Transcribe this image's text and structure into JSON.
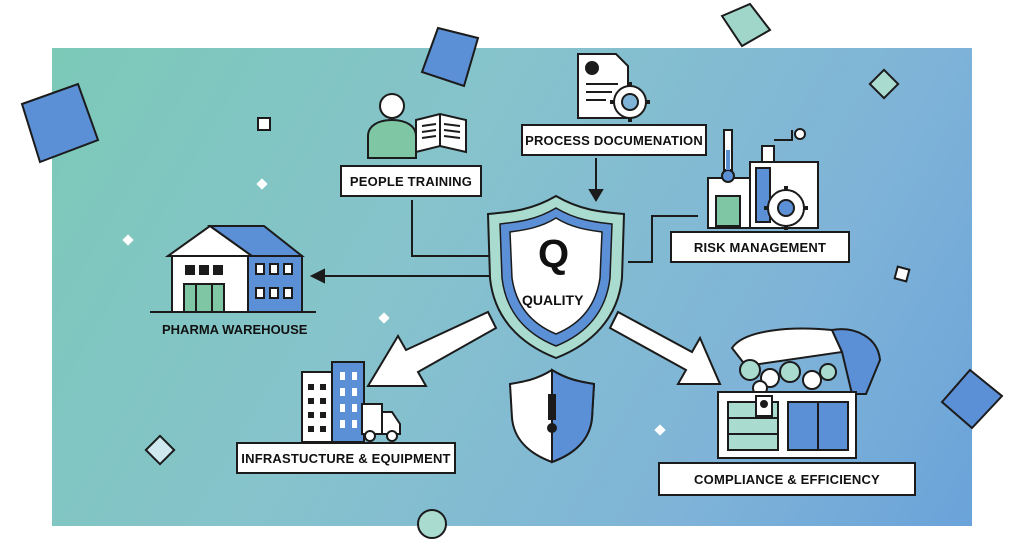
{
  "center": {
    "letter": "Q",
    "label": "QUALITY"
  },
  "nodes": {
    "people_training": "PEOPLE TRAINING",
    "process_documentation": "PROCESS DOCUMENATION",
    "risk_management": "RISK MANAGEMENT",
    "pharma_warehouse": "PHARMA WAREHOUSE",
    "infrastructure": "INFRASTUCTURE & EQUIPMENT",
    "compliance": "COMPLIANCE & EFFICIENCY"
  },
  "colors": {
    "ink": "#1b1b1b",
    "blue": "#5b8fd6",
    "green": "#7fc6a4",
    "teal_light": "#a9dccf"
  },
  "icons": [
    "person-reading-icon",
    "document-gear-icon",
    "factory-gear-icon",
    "warehouse-icon",
    "building-truck-icon",
    "treasure-chest-icon",
    "shield-alert-icon",
    "quality-shield-icon"
  ]
}
